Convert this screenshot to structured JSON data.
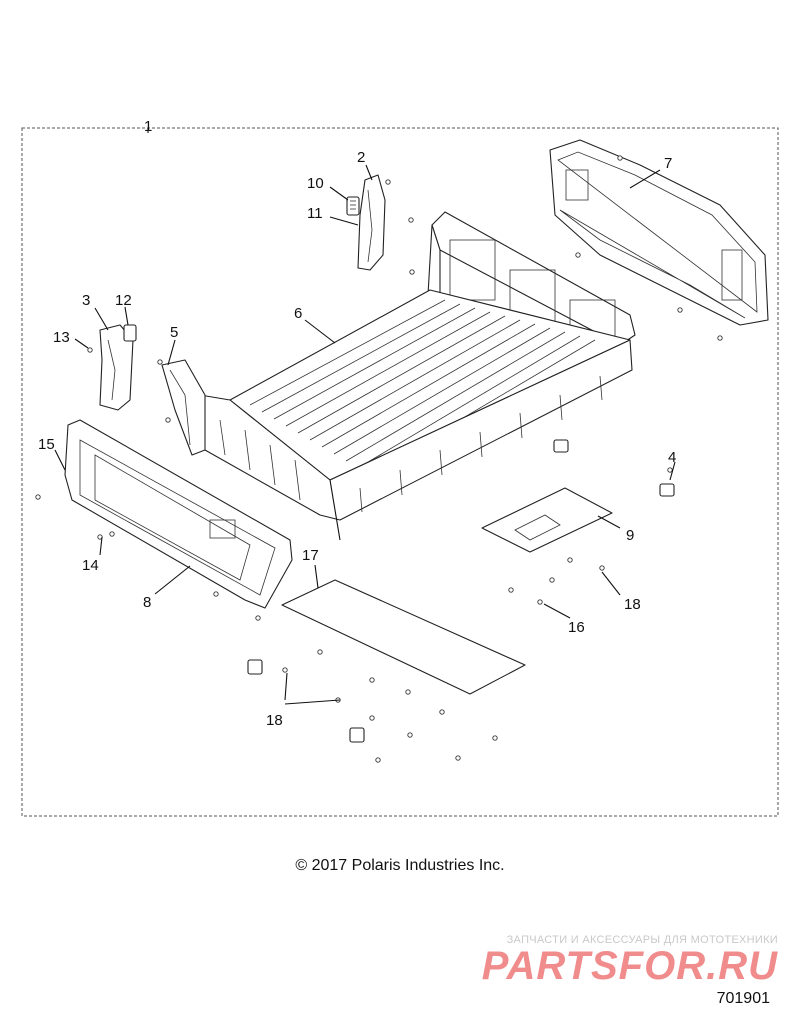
{
  "callouts": [
    "1",
    "2",
    "3",
    "4",
    "5",
    "6",
    "7",
    "8",
    "9",
    "10",
    "11",
    "12",
    "13",
    "14",
    "15",
    "16",
    "17",
    "18",
    "18"
  ],
  "copyright": "© 2017 Polaris Industries Inc.",
  "watermark": {
    "tagline": "ЗАПЧАСТИ И АКСЕССУАРЫ ДЛЯ МОТОТЕХНИКИ",
    "logo": "PARTSFOR.RU"
  },
  "diagram_id": "701901"
}
